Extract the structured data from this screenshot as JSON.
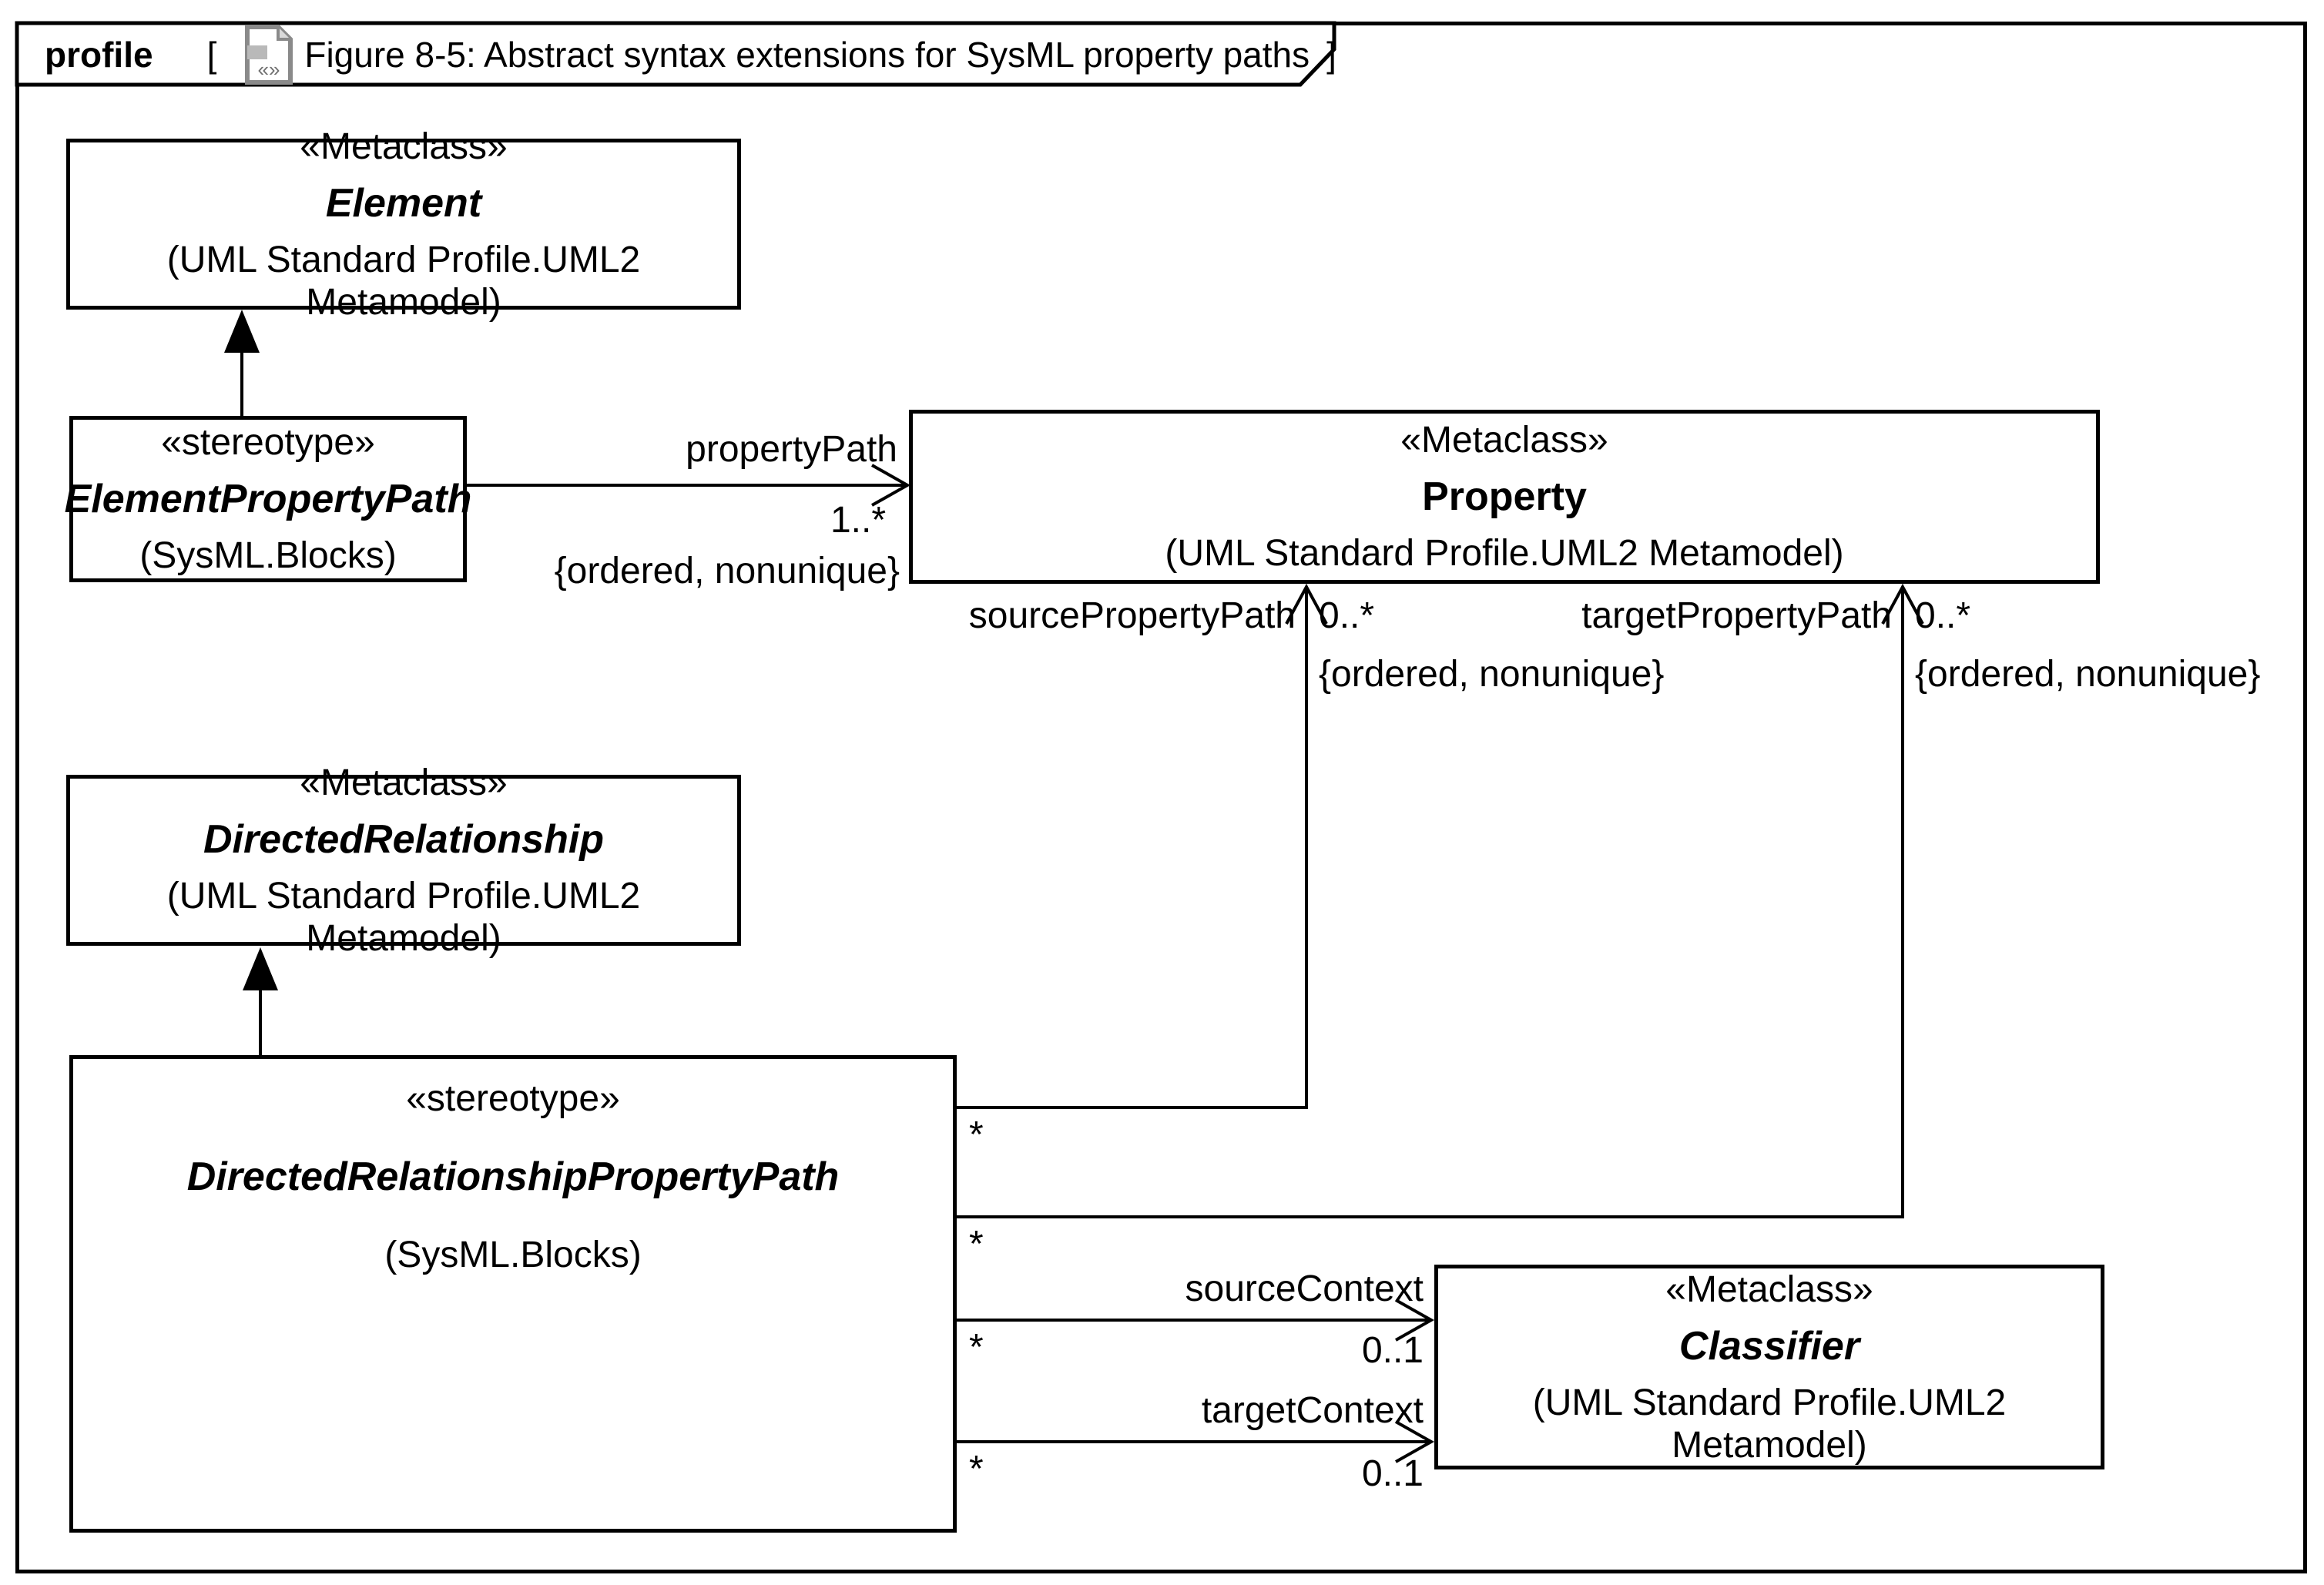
{
  "frame": {
    "tab_keyword": "profile",
    "tab_open_bracket": "[",
    "tab_close_bracket": "]",
    "tab_title": "Figure 8-5: Abstract syntax extensions for SysML property paths",
    "icon_glyph": "«»"
  },
  "boxes": {
    "element": {
      "stereotype": "«Metaclass»",
      "name": "Element",
      "package": "(UML Standard Profile.UML2 Metamodel)"
    },
    "element_property_path": {
      "stereotype": "«stereotype»",
      "name": "ElementPropertyPath",
      "package": "(SysML.Blocks)"
    },
    "property": {
      "stereotype": "«Metaclass»",
      "name": "Property",
      "package": "(UML Standard Profile.UML2 Metamodel)"
    },
    "directed_relationship": {
      "stereotype": "«Metaclass»",
      "name": "DirectedRelationship",
      "package": "(UML Standard Profile.UML2 Metamodel)"
    },
    "directed_relationship_property_path": {
      "stereotype": "«stereotype»",
      "name": "DirectedRelationshipPropertyPath",
      "package": "(SysML.Blocks)"
    },
    "classifier": {
      "stereotype": "«Metaclass»",
      "name": "Classifier",
      "package": "(UML Standard Profile.UML2 Metamodel)"
    }
  },
  "associations": {
    "property_path": {
      "name": "propertyPath",
      "target_multiplicity": "1..*",
      "constraint": "{ordered, nonunique}"
    },
    "source_property_path": {
      "name": "sourcePropertyPath",
      "target_multiplicity": "0..*",
      "source_multiplicity": "*",
      "constraint": "{ordered, nonunique}"
    },
    "target_property_path": {
      "name": "targetPropertyPath",
      "target_multiplicity": "0..*",
      "source_multiplicity": "*",
      "constraint": "{ordered, nonunique}"
    },
    "source_context": {
      "name": "sourceContext",
      "target_multiplicity": "0..1",
      "source_multiplicity": "*"
    },
    "target_context": {
      "name": "targetContext",
      "target_multiplicity": "0..1",
      "source_multiplicity": "*"
    }
  },
  "colors": {
    "line": "#000000",
    "background": "#ffffff",
    "icon_gray": "#8a8a8a"
  }
}
